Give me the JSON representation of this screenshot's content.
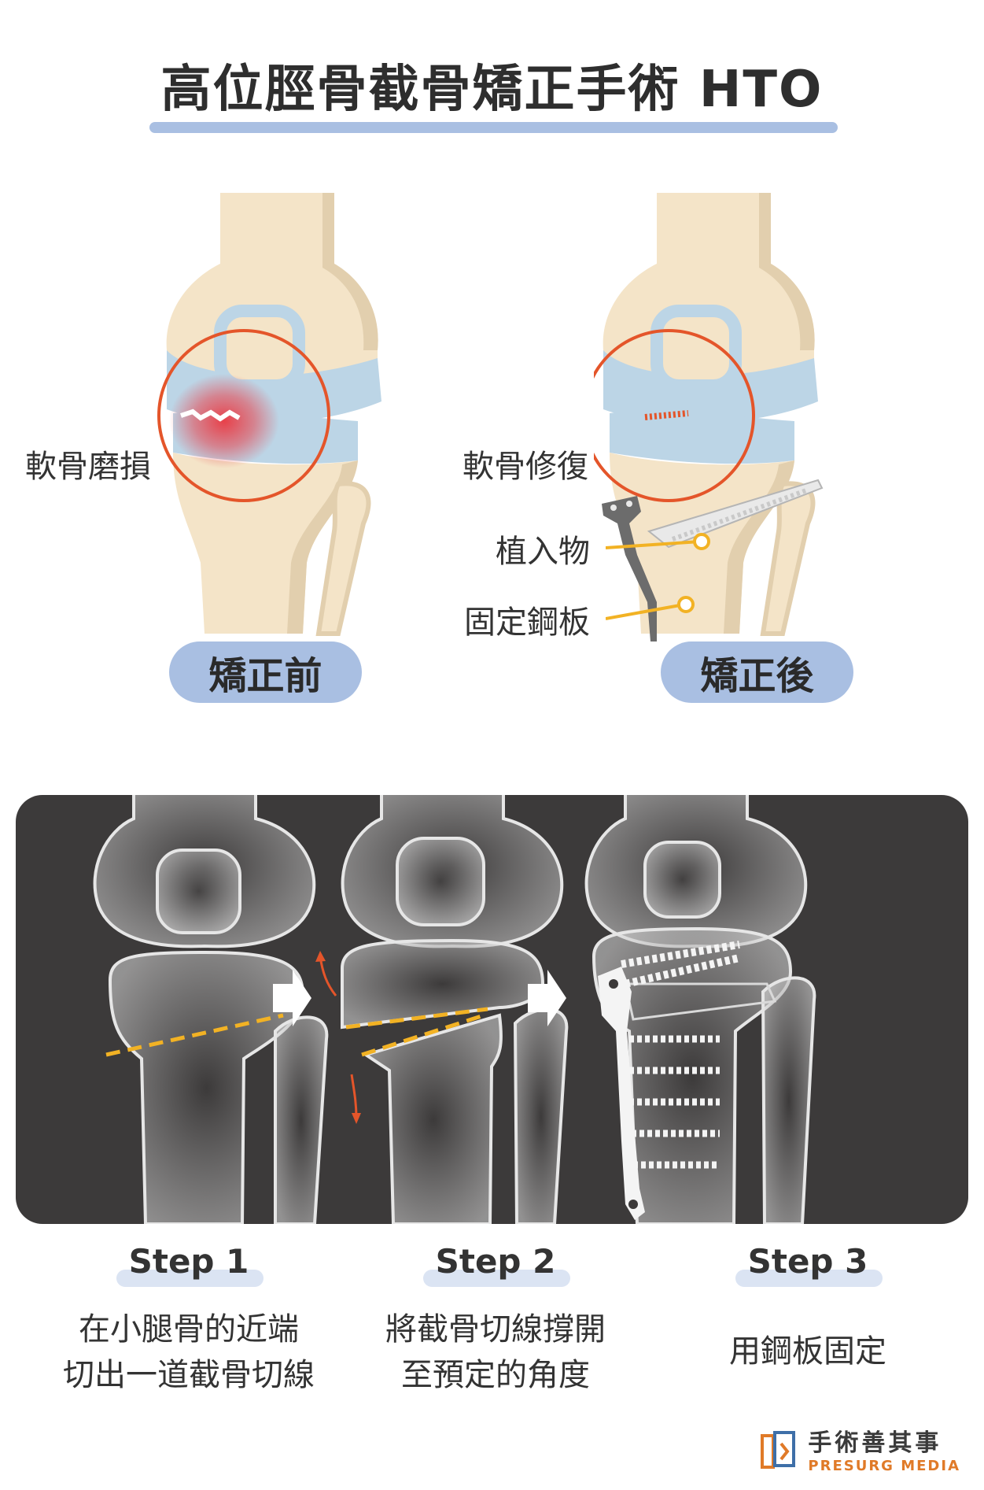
{
  "title": "高位脛骨截骨矯正手術 HTO",
  "comparison": {
    "before": {
      "pill": "矯正前",
      "callout": "軟骨磨損"
    },
    "after": {
      "pill": "矯正後",
      "callout": "軟骨修復",
      "implant_label": "植入物",
      "plate_label": "固定鋼板"
    }
  },
  "steps": [
    {
      "title": "Step 1",
      "desc": "在小腿骨的近端\n切出一道截骨切線"
    },
    {
      "title": "Step 2",
      "desc": "將截骨切線撐開\n至預定的角度"
    },
    {
      "title": "Step 3",
      "desc": "用鋼板固定"
    }
  ],
  "brand": {
    "name": "手術善其事",
    "sub": "PRESURG MEDIA"
  },
  "colors": {
    "accent_blue": "#a9bfe2",
    "bone": "#f4e4c8",
    "bone_shadow": "#e2cfae",
    "cartilage": "#bcd5e6",
    "inflammation": "#e8414a",
    "cut_line": "#f2b224",
    "arrow_red": "#e4552a",
    "panel_dark": "#3c3a3a"
  }
}
